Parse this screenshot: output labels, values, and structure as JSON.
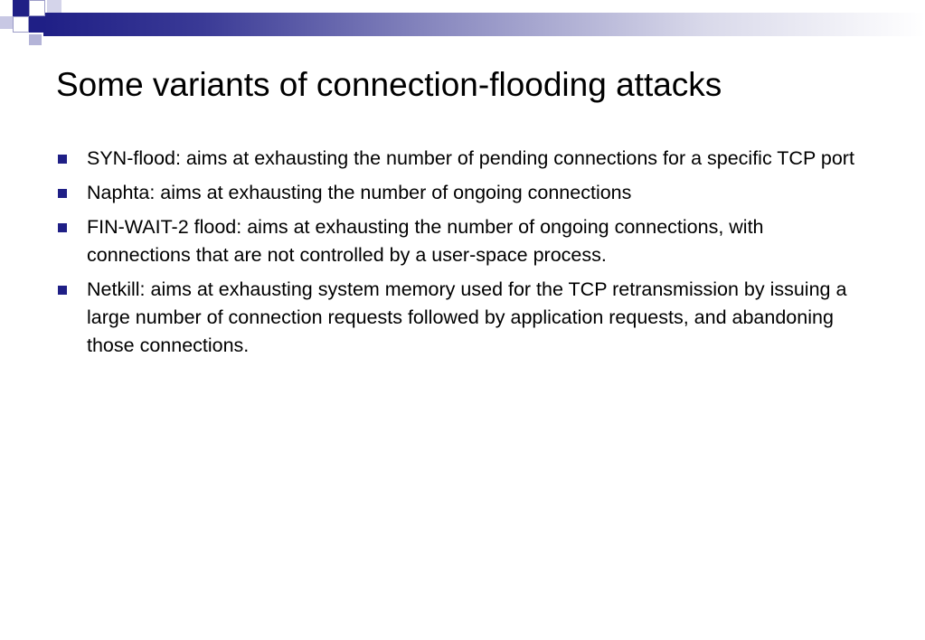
{
  "slide": {
    "title": "Some variants of connection-flooding attacks",
    "bullets": [
      {
        "text": "SYN-flood: aims at exhausting the number of pending connections for a specific TCP port"
      },
      {
        "text": "Naphta: aims at exhausting the number of ongoing connections"
      },
      {
        "text": "FIN-WAIT-2 flood: aims at exhausting the number of ongoing connections, with connections that are not controlled by a user-space process."
      },
      {
        "text": "Netkill: aims at exhausting system memory used for the TCP retransmission by issuing a large number of connection requests followed by application requests, and abandoning those connections."
      }
    ]
  },
  "theme": {
    "accent": "#1f1f86",
    "accent_light": "#9c9cc8",
    "bullet_icon": "square-bullet-icon"
  }
}
